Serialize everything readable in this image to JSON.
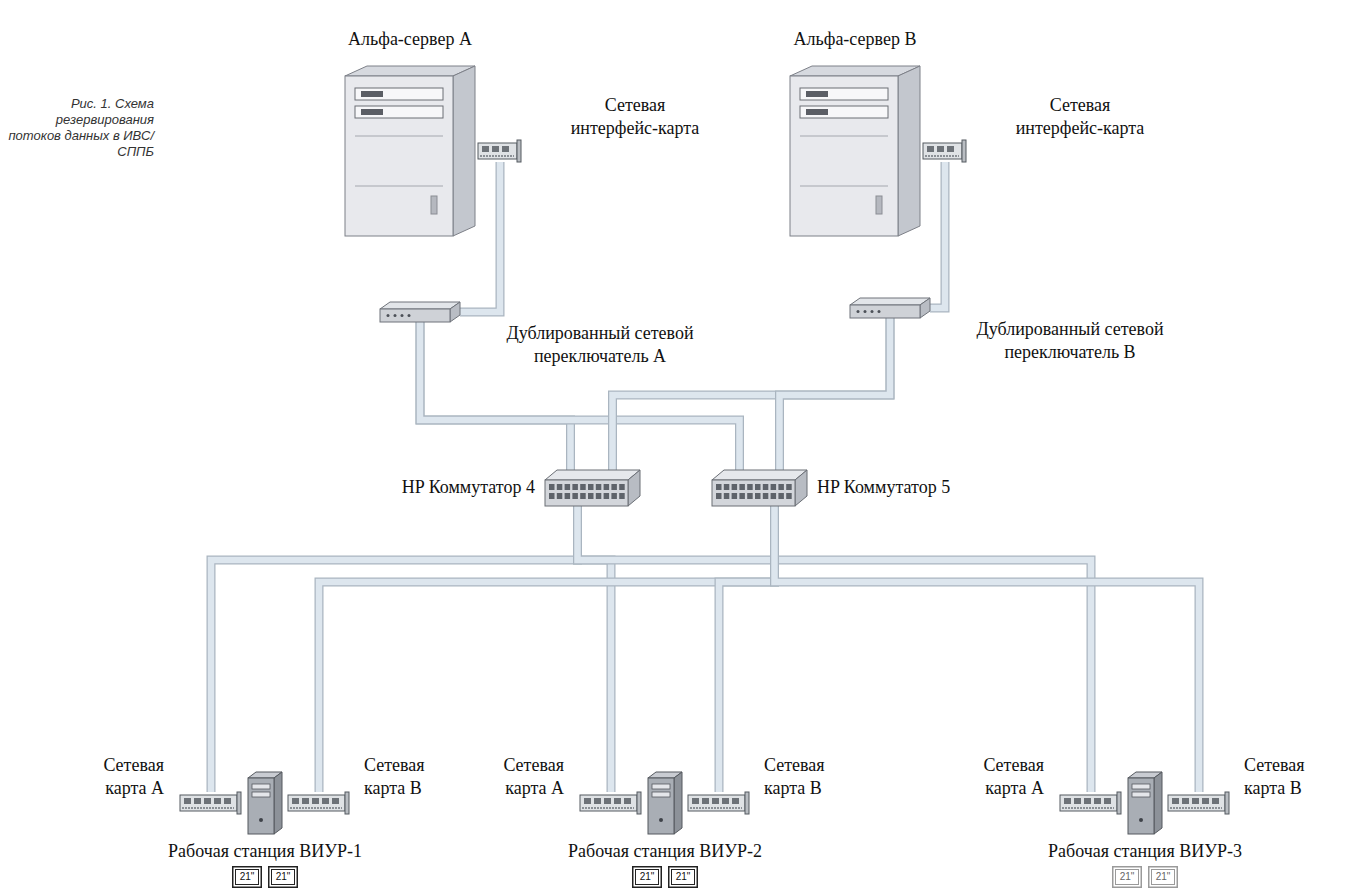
{
  "diagram": {
    "caption": "Рис. 1. Схема резервирования потоков данных в ИВС/СППБ",
    "nodes": [
      {
        "text": [
          "Альфа-сервер А"
        ]
      },
      {
        "text": [
          "Сетевая интерфейс-карта"
        ]
      },
      {
        "text": [
          "Альфа-сервер В"
        ]
      },
      {
        "text": [
          "Сетевая интерфейс-карта"
        ]
      },
      {
        "text": [
          "Дублированный сетевой переключатель А"
        ]
      },
      {
        "text": [
          "Дублированный сетевой переключатель В"
        ]
      },
      {
        "text": [
          "HP Коммутатор 4"
        ]
      },
      {
        "text": [
          "HP Коммутатор 5"
        ]
      },
      {
        "text": [
          "Сетевая карта А"
        ]
      },
      {
        "text": [
          "Рабочая станция ВИУР-1"
        ]
      },
      {
        "text": [
          "Сетевая карта В"
        ]
      },
      {
        "text": [
          "Сетевая карта А"
        ]
      },
      {
        "text": [
          "Рабочая станция ВИУР-2"
        ]
      },
      {
        "text": [
          "Сетевая карта В"
        ]
      },
      {
        "text": [
          "Сетевая карта А"
        ]
      },
      {
        "text": [
          "Рабочая станция ВИУР-3"
        ]
      },
      {
        "text": [
          "Сетевая карта В"
        ]
      },
      {
        "text": [
          "21\""
        ]
      },
      {
        "text": [
          "21\""
        ]
      },
      {
        "text": [
          "21\""
        ]
      },
      {
        "text": [
          "21\""
        ]
      },
      {
        "text": [
          "21\""
        ]
      },
      {
        "text": [
          "21\""
        ]
      }
    ],
    "edges": [
      {
        "from": 1,
        "to": 4,
        "arrow": "none"
      },
      {
        "from": 3,
        "to": 5,
        "arrow": "none"
      },
      {
        "from": 4,
        "to": 6,
        "arrow": "none"
      },
      {
        "from": 4,
        "to": 7,
        "arrow": "none"
      },
      {
        "from": 5,
        "to": 6,
        "arrow": "none"
      },
      {
        "from": 5,
        "to": 7,
        "arrow": "none"
      },
      {
        "from": 6,
        "to": 8,
        "arrow": "none"
      },
      {
        "from": 6,
        "to": 11,
        "arrow": "none"
      },
      {
        "from": 6,
        "to": 14,
        "arrow": "none"
      },
      {
        "from": 7,
        "to": 10,
        "arrow": "none"
      },
      {
        "from": 7,
        "to": 13,
        "arrow": "none"
      },
      {
        "from": 7,
        "to": 16,
        "arrow": "none"
      }
    ]
  }
}
